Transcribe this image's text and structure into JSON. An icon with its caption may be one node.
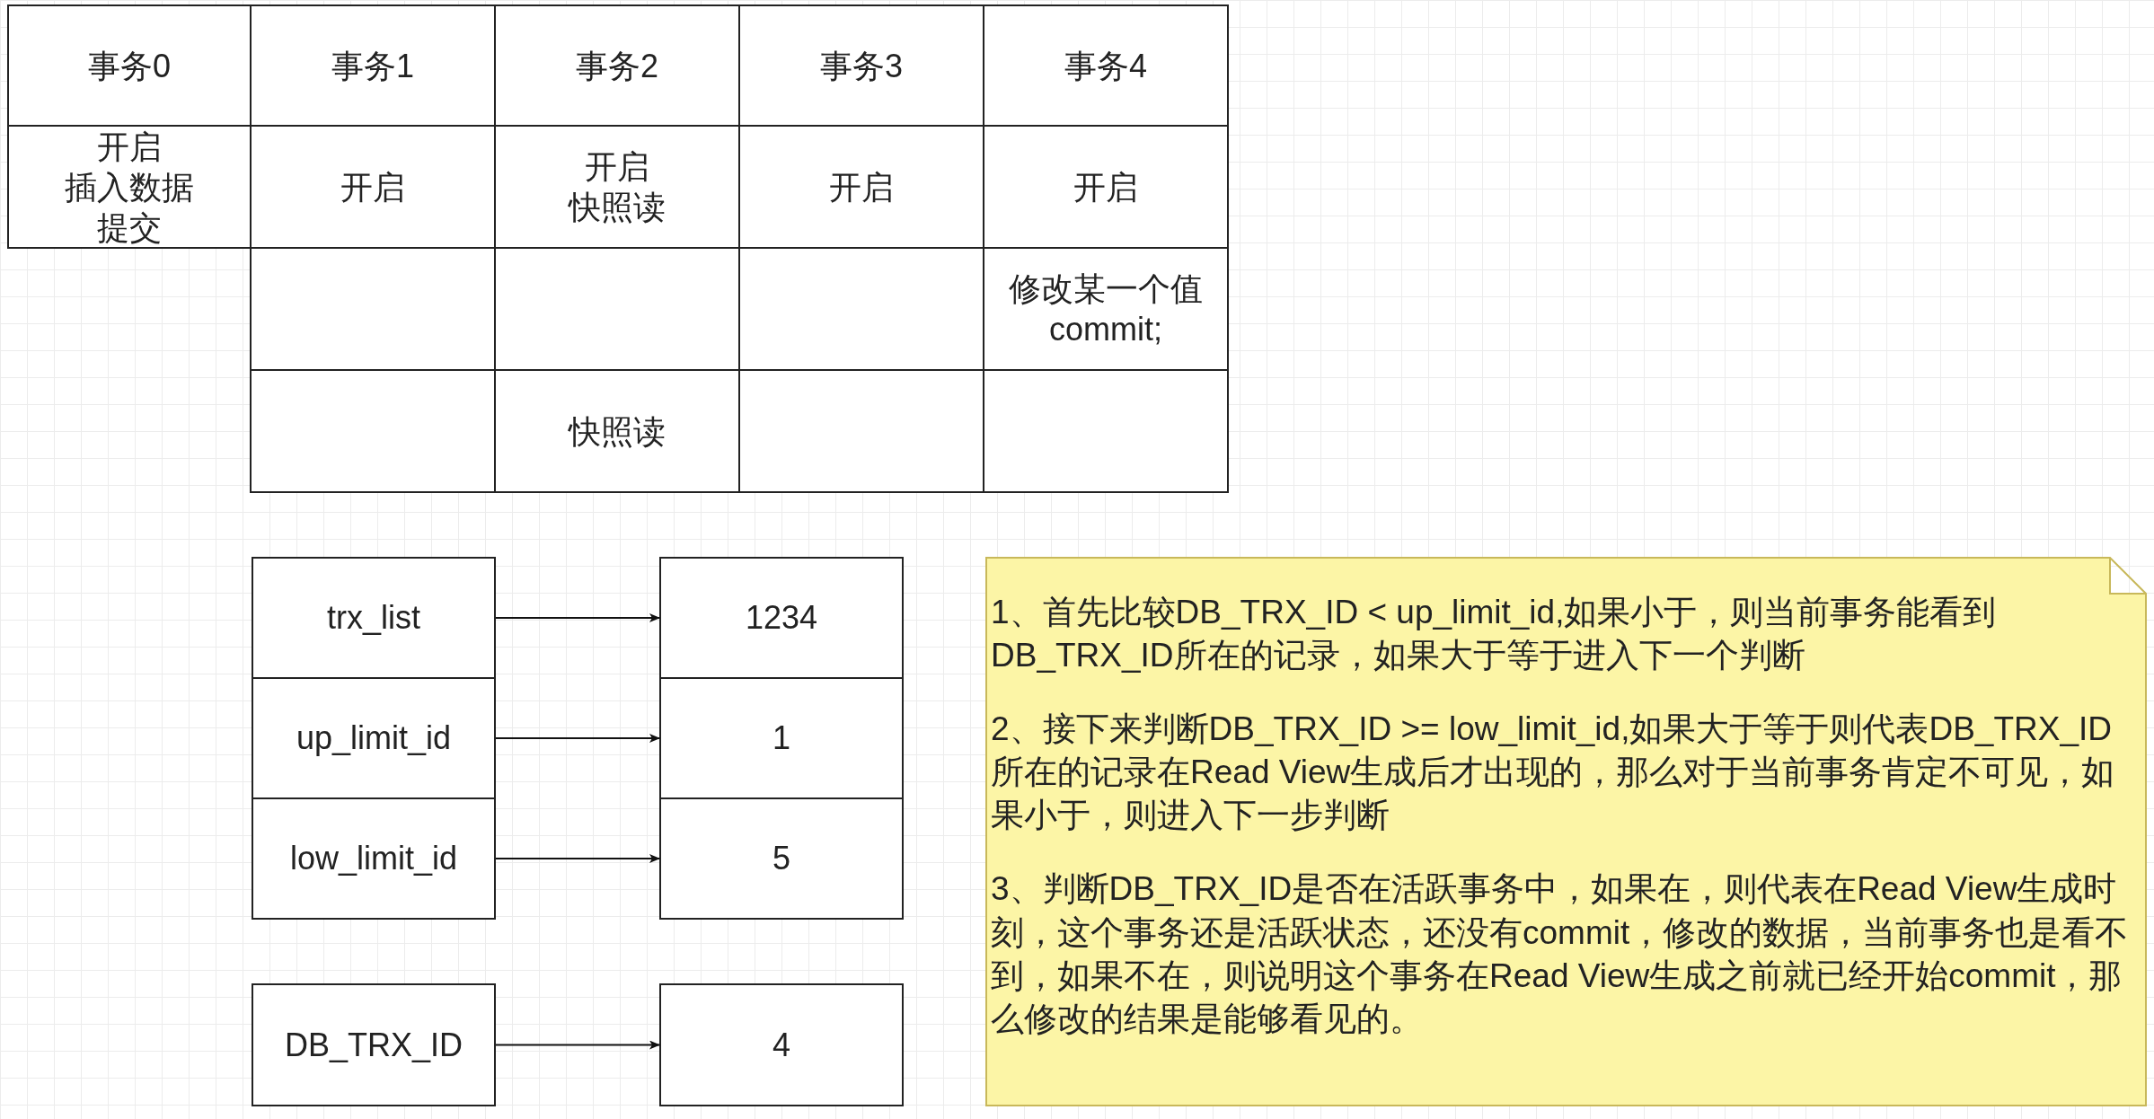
{
  "diagram": {
    "nodes": [
      {
        "text": [
          "trx_list"
        ]
      },
      {
        "text": [
          "1234"
        ]
      },
      {
        "text": [
          "up_limit_id"
        ]
      },
      {
        "text": [
          "1"
        ]
      },
      {
        "text": [
          "low_limit_id"
        ]
      },
      {
        "text": [
          "5"
        ]
      },
      {
        "text": [
          "DB_TRX_ID"
        ]
      },
      {
        "text": [
          "4"
        ]
      },
      {
        "text": [
          "1、首先比较DB_TRX_ID < up_limit_id,如果小于，则当前事务能看到DB_TRX_ID所在的记录，如果大于等于进入下一个判断",
          "2、接下来判断DB_TRX_ID >= low_limit_id,如果大于等于则代表DB_TRX_ID所在的记录在Read View生成后才出现的，那么对于当前事务肯定不可见，如果小于，则进入下一步判断",
          "3、判断DB_TRX_ID是否在活跃事务中，如果在，则代表在Read View生成时刻，这个事务还是活跃状态，还没有commit，修改的数据，当前事务也是看不到，如果不在，则说明这个事务在Read View生成之前就已经开始commit，那么修改的结果是能够看见的。"
        ]
      }
    ],
    "edges": [
      {
        "from": 0,
        "to": 1,
        "arrow": "to"
      },
      {
        "from": 2,
        "to": 3,
        "arrow": "to"
      },
      {
        "from": 4,
        "to": 5,
        "arrow": "to"
      },
      {
        "from": 6,
        "to": 7,
        "arrow": "to"
      }
    ],
    "labels": [
      "事务0",
      "事务1",
      "事务2",
      "事务3",
      "事务4",
      "开启",
      "插入数据",
      "提交",
      "开启",
      "开启",
      "快照读",
      "开启",
      "开启",
      "修改某一个值",
      "commit;",
      "快照读"
    ]
  }
}
